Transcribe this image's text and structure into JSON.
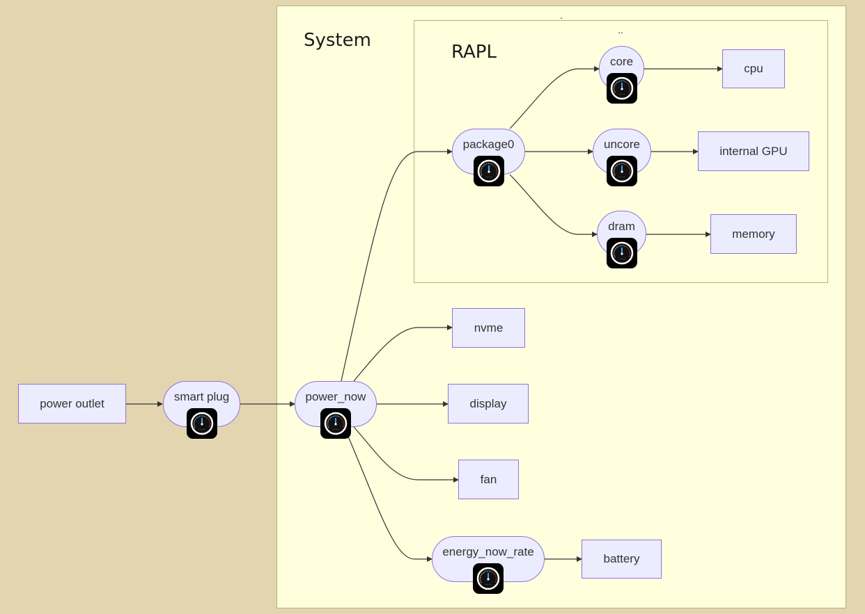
{
  "clusters": {
    "system": {
      "title": "System",
      "marker": "."
    },
    "rapl": {
      "title": "RAPL",
      "marker": ".."
    }
  },
  "nodes": {
    "power_outlet": "power outlet",
    "smart_plug": "smart plug",
    "power_now": "power_now",
    "package0": "package0",
    "core": "core",
    "uncore": "uncore",
    "dram": "dram",
    "cpu": "cpu",
    "internal_gpu": "internal GPU",
    "memory": "memory",
    "nvme": "nvme",
    "display": "display",
    "fan": "fan",
    "energy_now_rate": "energy_now_rate",
    "battery": "battery"
  },
  "icons": {
    "meter": "gauge-icon"
  },
  "colors": {
    "background": "#e3d5b0",
    "cluster_fill": "#ffffde",
    "cluster_border": "#b4b46a",
    "node_fill": "#ececff",
    "node_border": "#9370db",
    "edge": "#333333"
  }
}
